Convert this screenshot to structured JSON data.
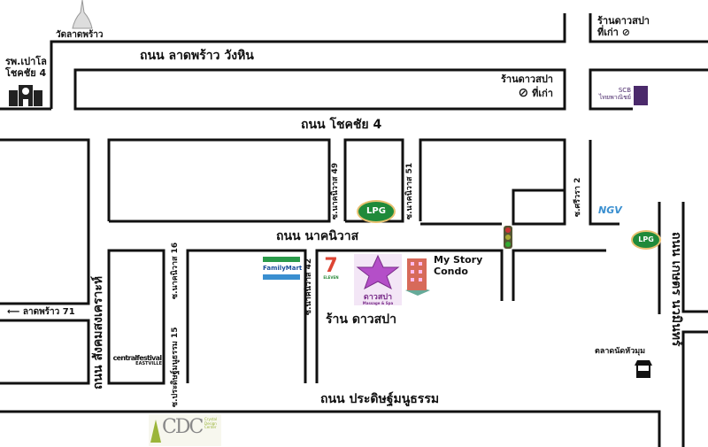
{
  "roads": {
    "lat_phrao_wang_hin": "ถนน ลาดพร้าว วังหิน",
    "chokchai_4": "ถนน โชคชัย 4",
    "nak_niwat": "ถนน นาคนิวาส",
    "pradit_manutham": "ถนน ประดิษฐ์มนูธรรม",
    "sangkhom_songkhro": "ถนน สังคมสงเคราะห์",
    "kaset_nawamin": "ถนน เกษตร นวมินทร์",
    "lat_phrao_71": "ลาดพร้าว 71"
  },
  "sois": {
    "nak_niwat_49": "ซ.นาคนิวาส 49",
    "nak_niwat_51": "ซ.นาคนิวาส 51",
    "nak_niwat_42": "ซ.นาคนิวาส 42",
    "nak_niwat_16": "ซ.นาคนิวาส 16",
    "pradit_15": "ซ.ประดิษฐ์มนูธรรม 15",
    "sriwara_2": "ซ.ศรีวรา 2"
  },
  "places": {
    "wat": "วัดลาดพร้าว",
    "hospital": "รพ.เปาโล โชคชัย 4",
    "old_shop_1": "ร้านดาวสปา",
    "old_shop_1_sub": "ที่เก่า",
    "old_shop_2": "ร้านดาวสปา",
    "old_shop_2_sub": "ที่เก่า",
    "shop": "ร้าน ดาวสปา",
    "condo": "My Story Condo",
    "market": "ตลาดนัดหัวมุม",
    "familymart": "FamilyMart",
    "seven": "ELEVEN",
    "lpg": "LPG",
    "ngv": "NGV",
    "scb": "SCB",
    "scb_sub": "ไทยพาณิชย์",
    "central": "centralfestival",
    "central_sub": "EASTVILLE",
    "cdc": "CDC",
    "cdc_sub": "Crystal Design Center",
    "spa_logo": "ดาวสปา",
    "spa_logo_sub": "Massage & Spa"
  },
  "colors": {
    "lpg": "#1f8a3a",
    "spa": "#b44fc8",
    "scb": "#4b2a6b",
    "cdc": "#9bb53a",
    "ngv": "#3a8fd0"
  }
}
